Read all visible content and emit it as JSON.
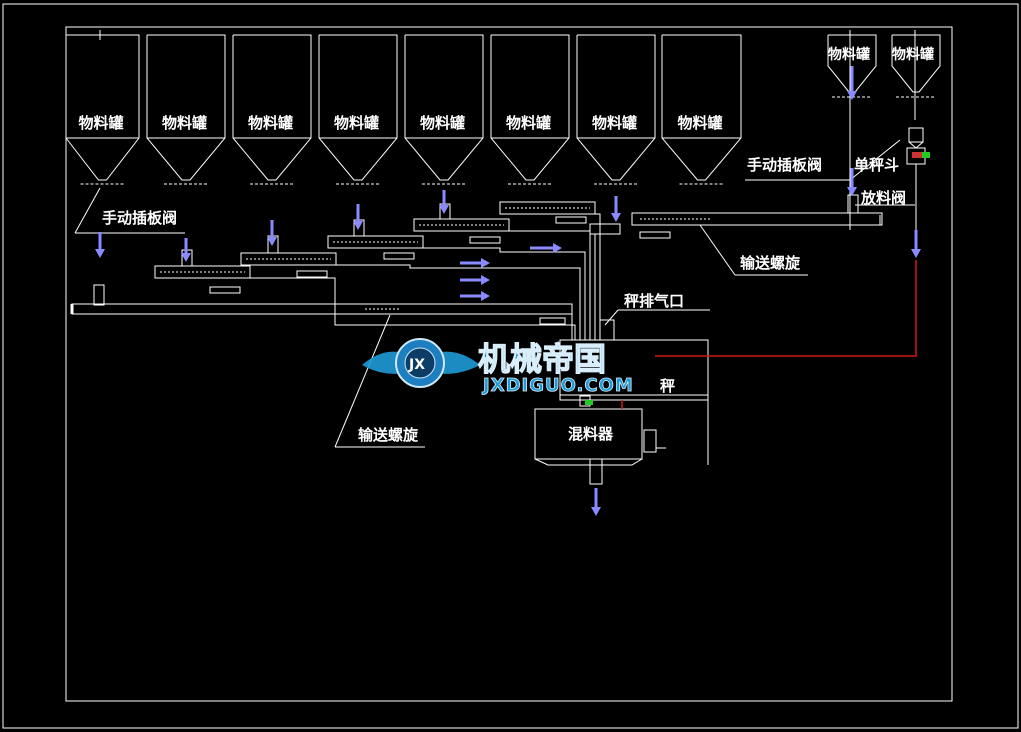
{
  "diagram": {
    "tank_label": "物料罐",
    "labels": {
      "manual_valve_left": "手动插板阀",
      "manual_valve_right": "手动插板阀",
      "conveyor_screw_bottom": "输送螺旋",
      "conveyor_screw_right": "输送螺旋",
      "scale_vent": "秤排气口",
      "single_scale_hopper": "单秤斗",
      "discharge_valve": "放料阀",
      "mixer": "混料器",
      "scale": "秤"
    },
    "watermark": {
      "cn": "机械帝国",
      "en": "JXDIGUO.COM",
      "badge": "JX"
    },
    "colors": {
      "line": "#ffffff",
      "arrow": "#8a8aff",
      "red_line": "#d01818",
      "green": "#22cc22",
      "watermark": "#1e9ad6"
    }
  }
}
